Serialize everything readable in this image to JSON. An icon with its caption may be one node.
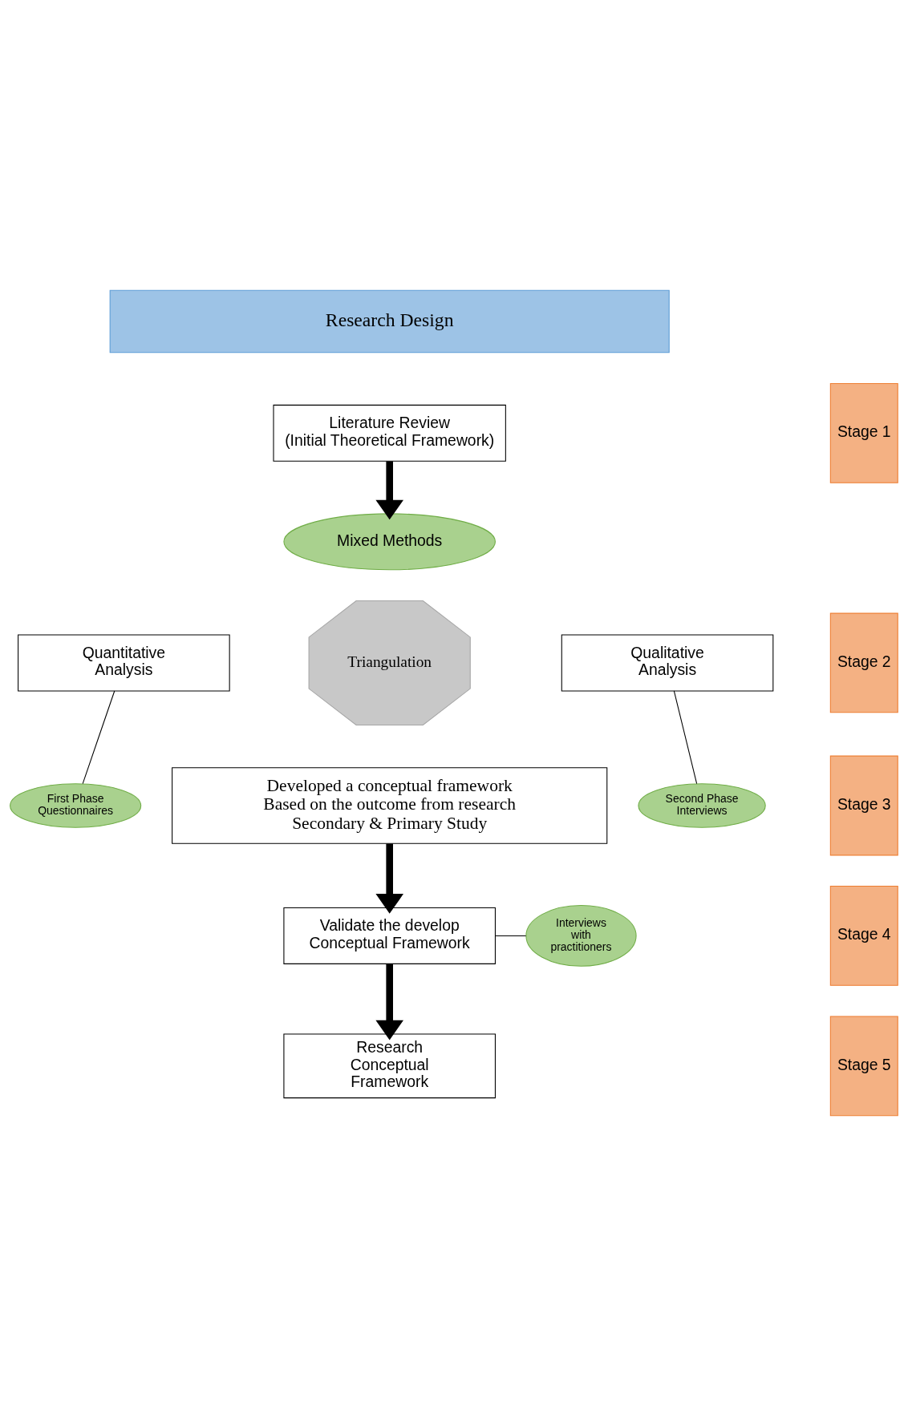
{
  "diagram": {
    "nodes": [
      {
        "text": [
          "Research Design"
        ]
      },
      {
        "text": [
          "Stage 1"
        ]
      },
      {
        "text": [
          "Stage 2"
        ]
      },
      {
        "text": [
          "Stage 3"
        ]
      },
      {
        "text": [
          "Stage 4"
        ]
      },
      {
        "text": [
          "Stage 5"
        ]
      },
      {
        "text": [
          "Literature Review",
          "(Initial Theoretical Framework)"
        ]
      },
      {
        "text": [
          "Mixed Methods"
        ]
      },
      {
        "text": [
          "Quantitative Analysis"
        ]
      },
      {
        "text": [
          "Triangulation"
        ]
      },
      {
        "text": [
          "Qualitative Analysis"
        ]
      },
      {
        "text": [
          "First Phase Questionnaires"
        ]
      },
      {
        "text": [
          "Second Phase Interviews"
        ]
      },
      {
        "text": [
          "Developed a conceptual framework Based on the outcome from research Secondary & Primary Study"
        ]
      },
      {
        "text": [
          "Validate the develop Conceptual Framework"
        ]
      },
      {
        "text": [
          "Interviews with practitioners"
        ]
      },
      {
        "text": [
          "Research Conceptual Framework"
        ]
      }
    ],
    "edges": [
      {
        "from": 6,
        "to": 7,
        "arrow": "to",
        "style": "thick"
      },
      {
        "from": 8,
        "to": 11,
        "arrow": "none"
      },
      {
        "from": 10,
        "to": 12,
        "arrow": "none"
      },
      {
        "from": 13,
        "to": 14,
        "arrow": "to",
        "style": "thick"
      },
      {
        "from": 14,
        "to": 15,
        "arrow": "none"
      },
      {
        "from": 14,
        "to": 16,
        "arrow": "to",
        "style": "thick"
      }
    ]
  }
}
